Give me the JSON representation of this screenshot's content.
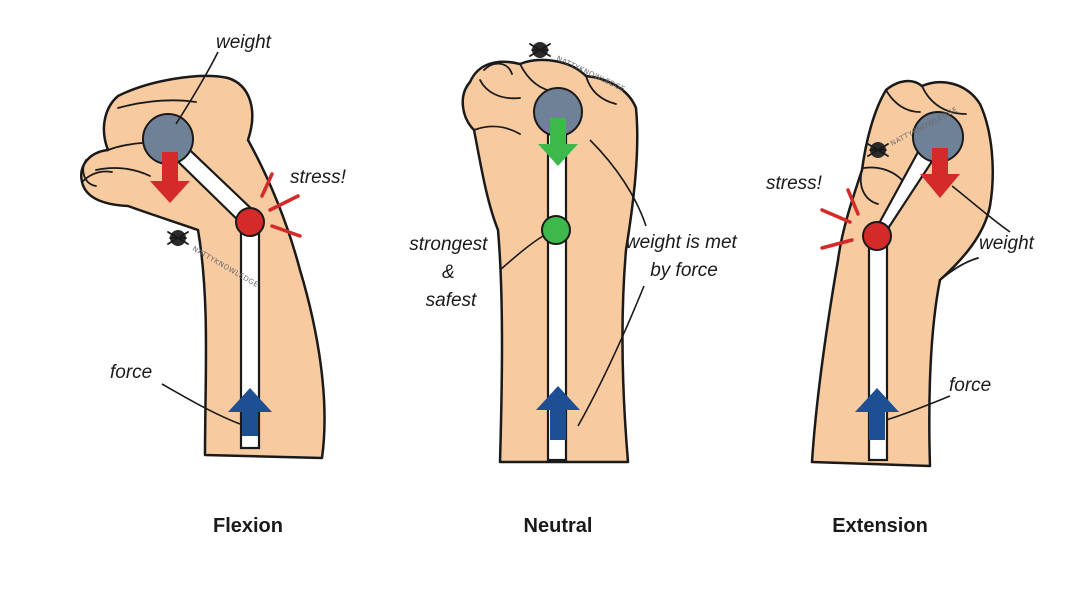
{
  "panels": [
    {
      "caption": "Flexion",
      "labels": {
        "weight": "weight",
        "stress": "stress!",
        "force": "force"
      },
      "watermark": "NATTYKNOWLEDGE"
    },
    {
      "caption": "Neutral",
      "labels": {
        "strongest": [
          "strongest",
          "&",
          "safest"
        ],
        "met": [
          "weight is met",
          "by force"
        ]
      },
      "watermark": "NATTYKNOWLEDGE"
    },
    {
      "caption": "Extension",
      "labels": {
        "stress": "stress!",
        "weight": "weight",
        "force": "force"
      },
      "watermark": "NATTYKNOWLEDGE"
    }
  ],
  "colors": {
    "skin": "#f8caa0",
    "weight_ball": "#6f8197",
    "stress_joint": "#d42a2a",
    "safe_joint": "#3cb94a",
    "force_arrow": "#1f4f93",
    "load_arrow_bad": "#d42a2a",
    "load_arrow_good": "#3cb94a"
  }
}
